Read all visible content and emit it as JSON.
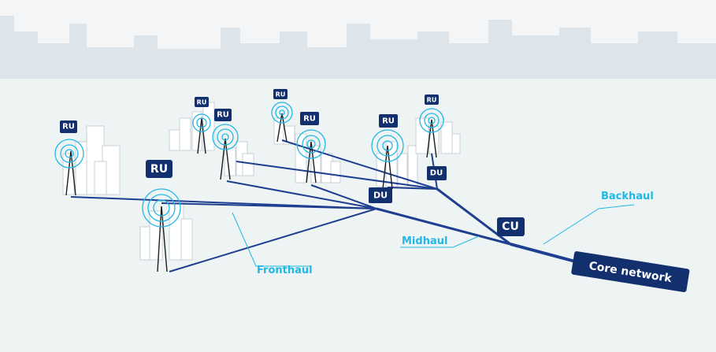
{
  "nodes": {
    "ru_a": "RU",
    "ru_b": "RU",
    "ru_c": "RU",
    "ru_d": "RU",
    "ru_e": "RU",
    "ru_f": "RU",
    "ru_g": "RU",
    "ru_h": "RU",
    "du_a": "DU",
    "du_b": "DU",
    "cu": "CU",
    "core": "Core network"
  },
  "labels": {
    "fronthaul": "Fronthaul",
    "midhaul": "Midhaul",
    "backhaul": "Backhaul"
  },
  "colors": {
    "link": "#1e3f8f",
    "tag_bg": "#13306e",
    "accent": "#22b8e6",
    "skyline": "#dde5ea",
    "ground": "#eef3f4"
  }
}
